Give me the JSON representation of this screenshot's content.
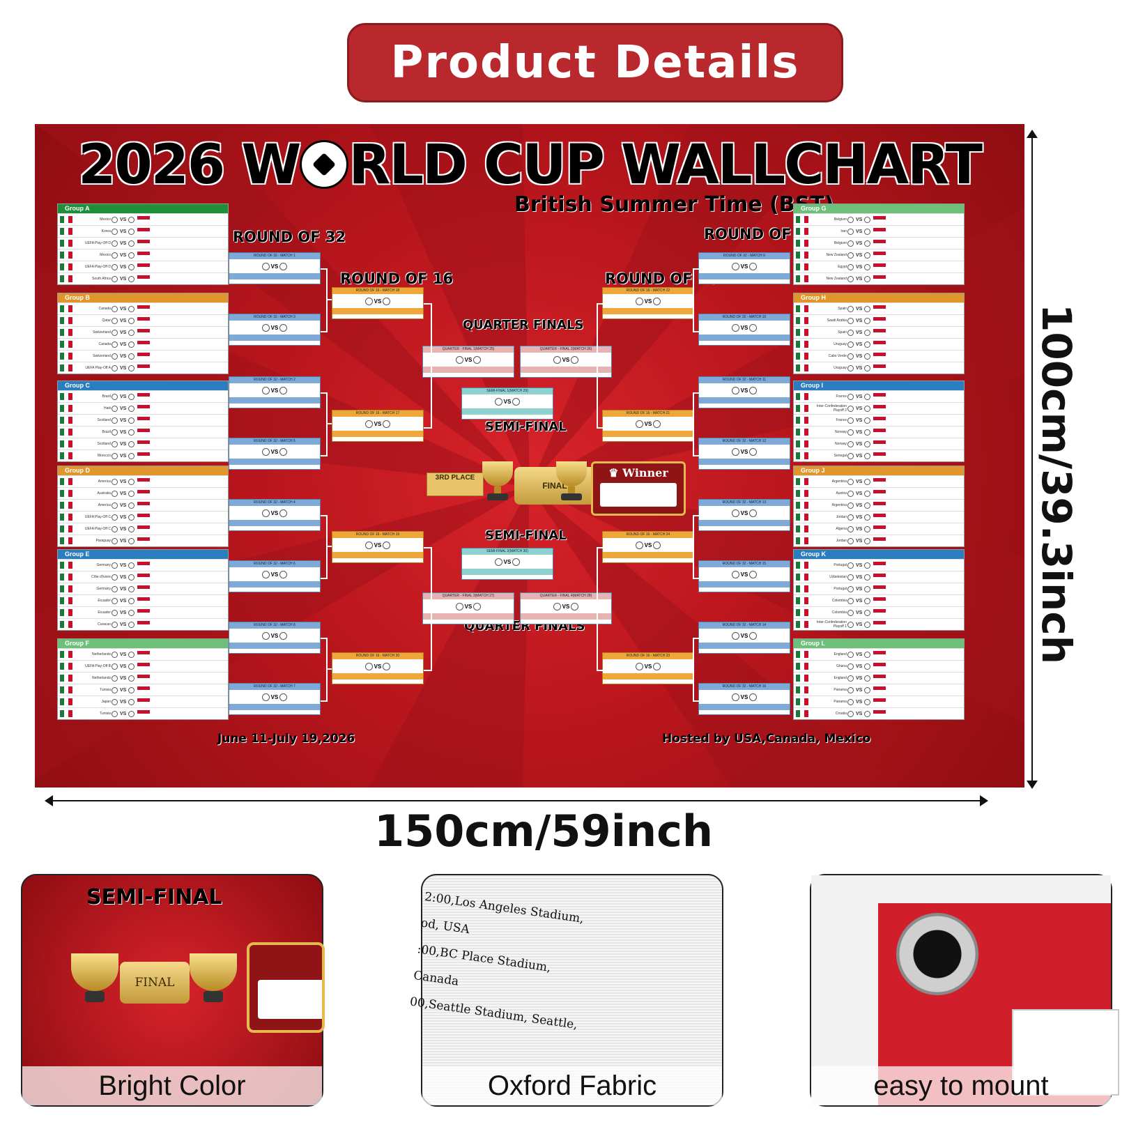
{
  "header": {
    "title": "Product Details"
  },
  "poster": {
    "title_left": "2026 W",
    "title_right": "RLD CUP  WALLCHART",
    "subtitle": "British Summer Time (BST)",
    "round_of_32": "ROUND OF 32",
    "round_of_16": "ROUND OF 16",
    "quarter_finals": "QUARTER FINALS",
    "semi_final": "SEMI-FINAL",
    "final": "FINAL",
    "third_place": "3RD PLACE",
    "winner": "Winner",
    "dates": "June 11-July 19,2026",
    "hosts": "Hosted by USA,Canada, Mexico",
    "vs": "VS",
    "groups_left": [
      {
        "name": "Group A",
        "color": "#1f8f3a",
        "teams": [
          "Mexico",
          "Korea",
          "UEFA Play-Off D",
          "Mexico",
          "UEFA Play-Off D",
          "South Africa"
        ]
      },
      {
        "name": "Group B",
        "color": "#e0962a",
        "teams": [
          "Canada",
          "Qatar",
          "Switzerland",
          "Canada",
          "Switzerland",
          "UEFA Play-Off A"
        ]
      },
      {
        "name": "Group C",
        "color": "#2a7ec0",
        "teams": [
          "Brazil",
          "Haiti",
          "Scotland",
          "Brazil",
          "Scotland",
          "Morocco"
        ]
      },
      {
        "name": "Group D",
        "color": "#e0962a",
        "teams": [
          "America",
          "Australia",
          "America",
          "UEFA Play-Off C",
          "UEFA Play-Off C",
          "Paraguay"
        ]
      },
      {
        "name": "Group E",
        "color": "#2a7ec0",
        "teams": [
          "Germany",
          "Côte d'Ivoire",
          "Germany",
          "Ecuador",
          "Ecuador",
          "Curacao"
        ]
      },
      {
        "name": "Group F",
        "color": "#6cc07a",
        "teams": [
          "Netherlands",
          "UEFA Play-Off B",
          "Netherlands",
          "Tunisia",
          "Japan",
          "Tunisia"
        ]
      }
    ],
    "groups_right": [
      {
        "name": "Group G",
        "color": "#6cc07a",
        "teams": [
          "Belgium",
          "Iran",
          "Belgium",
          "New Zealand",
          "Egypt",
          "New Zealand"
        ]
      },
      {
        "name": "Group H",
        "color": "#e0962a",
        "teams": [
          "Spain",
          "Saudi Arabia",
          "Spain",
          "Uruguay",
          "Cabo Verde",
          "Uruguay"
        ]
      },
      {
        "name": "Group I",
        "color": "#2a7ec0",
        "teams": [
          "France",
          "Inter-Confederation Playoff 2",
          "France",
          "Norway",
          "Norway",
          "Senegal"
        ]
      },
      {
        "name": "Group J",
        "color": "#e0962a",
        "teams": [
          "Argentina",
          "Austria",
          "Argentina",
          "Jordan",
          "Algeria",
          "Jordan"
        ]
      },
      {
        "name": "Group K",
        "color": "#2a7ec0",
        "teams": [
          "Portugal",
          "Uzbekistan",
          "Portugal",
          "Colombia",
          "Colombia",
          "Inter-Confederation Playoff 1"
        ]
      },
      {
        "name": "Group L",
        "color": "#6cc07a",
        "teams": [
          "England",
          "Ghana",
          "England",
          "Panama",
          "Panama",
          "Croatia"
        ]
      }
    ],
    "r32_left": [
      "ROUND OF 32 - MATCH 1",
      "ROUND OF 32 - MATCH 3",
      "ROUND OF 32 - MATCH 2",
      "ROUND OF 32 - MATCH 5",
      "ROUND OF 32 - MATCH 4",
      "ROUND OF 32 - MATCH 6",
      "ROUND OF 32 - MATCH 8",
      "ROUND OF 32 - MATCH 7"
    ],
    "r32_right": [
      "ROUND OF 32 - MATCH 9",
      "ROUND OF 32 - MATCH 10",
      "ROUND OF 32 - MATCH 11",
      "ROUND OF 32 - MATCH 12",
      "ROUND OF 32 - MATCH 13",
      "ROUND OF 32 - MATCH 15",
      "ROUND OF 32 - MATCH 14",
      "ROUND OF 32 - MATCH 16"
    ],
    "r16_left": [
      "ROUND OF 16 - MATCH 18",
      "ROUND OF 16 - MATCH 17",
      "ROUND OF 16 - MATCH 19",
      "ROUND OF 16 - MATCH 20"
    ],
    "r16_right": [
      "ROUND OF 16 - MATCH 22",
      "ROUND OF 16 - MATCH 21",
      "ROUND OF 16 - MATCH 24",
      "ROUND OF 16 - MATCH 23"
    ],
    "qf": [
      "QUARTER - FINAL 1(MATCH 25)",
      "QUARTER - FINAL 2(MATCH 26)",
      "QUARTER - FINAL 3(MATCH 27)",
      "QUARTER - FINAL 4(MATCH 28)"
    ],
    "sf": [
      "SEMI-FINAL 1(MATCH 29)",
      "SEMI-FINAL 2(MATCH 30)"
    ]
  },
  "dimensions": {
    "width": "150cm/59inch",
    "height": "100cm/39.3inch"
  },
  "features": [
    "Bright Color",
    "Oxford Fabric",
    "easy to mount"
  ],
  "fabric_text": [
    "2:00,Los Angeles Stadium,",
    "od, USA",
    ":00,BC Place Stadium,",
    "Canada",
    "00,Seattle Stadium, Seattle,"
  ]
}
